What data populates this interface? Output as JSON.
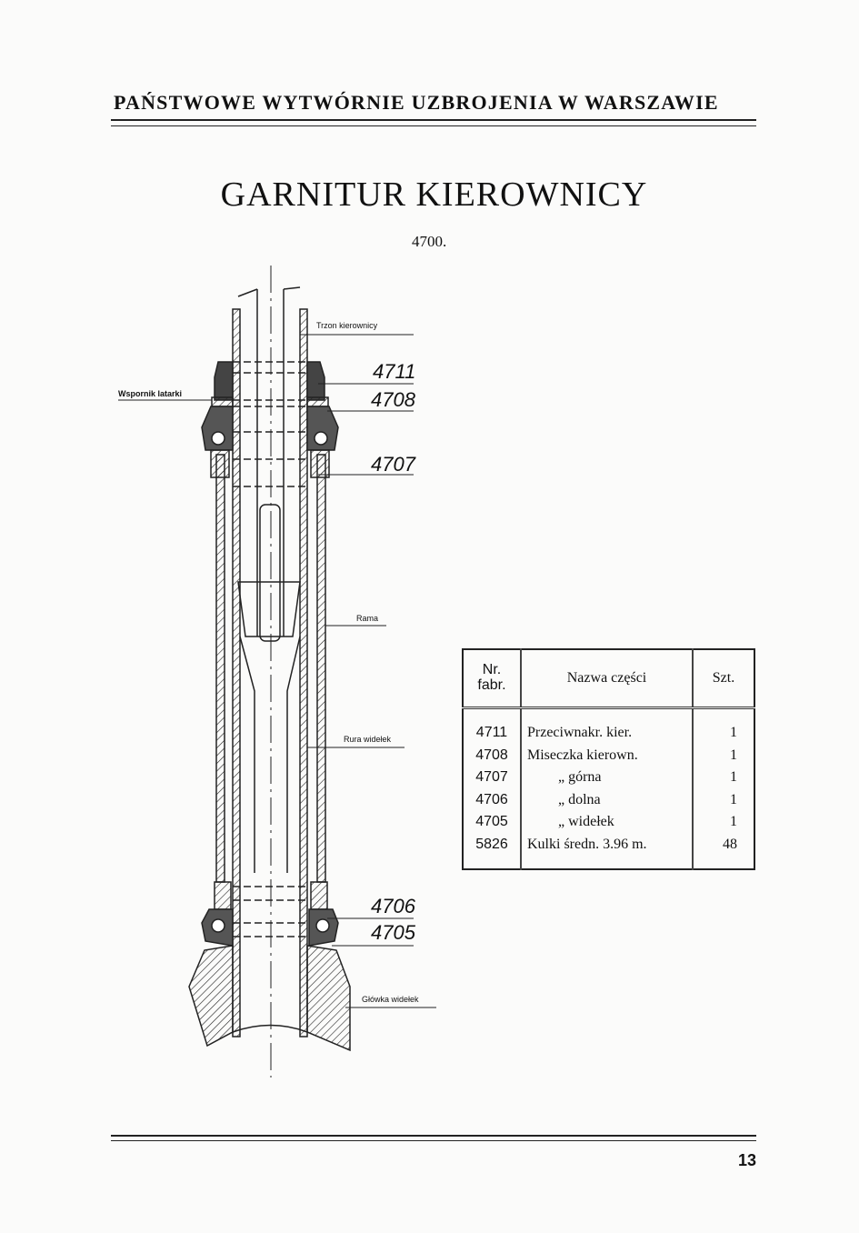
{
  "header": "PAŃSTWOWE WYTWÓRNIE UZBROJENIA W WARSZAWIE",
  "title": "GARNITUR KIEROWNICY",
  "assembly_number": "4700.",
  "diagram": {
    "labels": {
      "steerer": "Trzon kierownicy",
      "lamp_bracket": "Wspornik latarki",
      "frame": "Rama",
      "fork_tube": "Rura widełek",
      "fork_crown": "Główka widełek"
    },
    "part_numbers": [
      "4711",
      "4708",
      "4707",
      "4706",
      "4705"
    ]
  },
  "parts_table": {
    "headers": {
      "nr": "Nr.",
      "nr2": "fabr.",
      "name": "Nazwa części",
      "qty": "Szt."
    },
    "rows": [
      {
        "nr": "4711",
        "name": "Przeciwnakr. kier.",
        "qty": "1"
      },
      {
        "nr": "4708",
        "name": "Miseczka kierown.",
        "qty": "1"
      },
      {
        "nr": "4707",
        "name": "„ górna",
        "qty": "1"
      },
      {
        "nr": "4706",
        "name": "„ dolna",
        "qty": "1"
      },
      {
        "nr": "4705",
        "name": "„ widełek",
        "qty": "1"
      },
      {
        "nr": "5826",
        "name": "Kulki średn. 3.96 m.",
        "qty": "48"
      }
    ]
  },
  "page_number": "13"
}
